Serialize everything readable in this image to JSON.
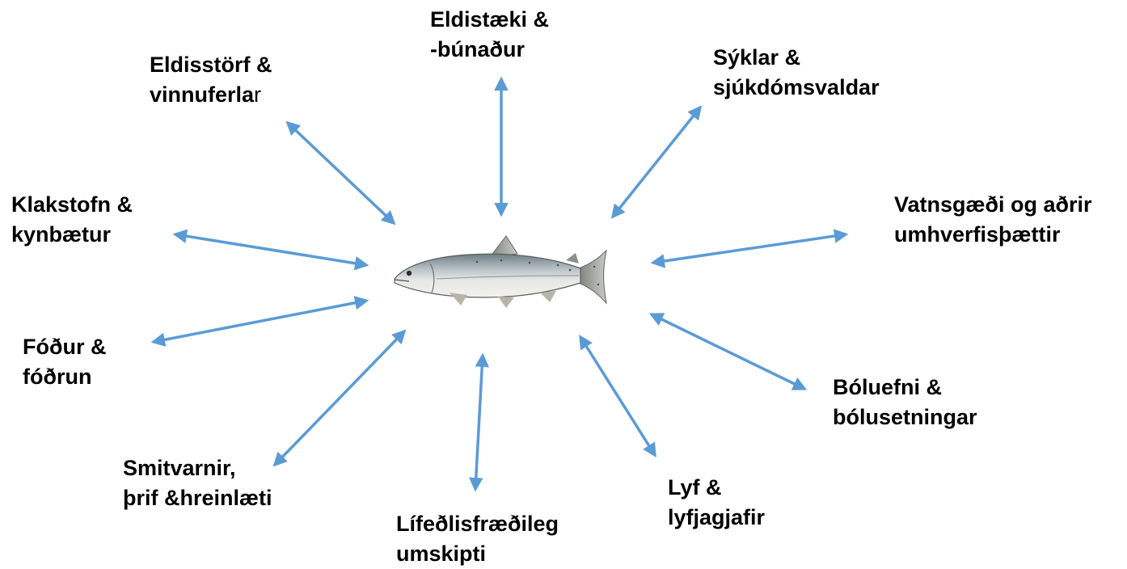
{
  "diagram": {
    "arrow_color": "#5b9bd5",
    "center_image": "salmon-fish-image",
    "labels": {
      "eldistaeki": {
        "line1": "Eldistæki &",
        "line2": "-búnaður"
      },
      "eldisstorf": {
        "line1": "Eldisstörf &",
        "line2_bold": "vinnuferla",
        "line2_plain": "r"
      },
      "syklar": {
        "line1": "Sýklar &",
        "line2": "sjúkdómsvaldar"
      },
      "klakstofn": {
        "line1": "Klakstofn &",
        "line2": "kynbætur"
      },
      "vatnsgaedi": {
        "line1": "Vatnsgæði og aðrir",
        "line2": "umhverfisþættir"
      },
      "fodur": {
        "line1": "Fóður &",
        "line2": "fóðrun"
      },
      "boluefni": {
        "line1": "Bóluefni &",
        "line2": "bólusetningar"
      },
      "smitvarnir": {
        "line1": "Smitvarnir,",
        "line2": "þrif &hreinlæti"
      },
      "lyf": {
        "line1": "Lyf &",
        "line2": "lyfjagjafir"
      },
      "lifedlis": {
        "line1": "Lífeðlisfræðileg",
        "line2": "umskipti"
      }
    }
  }
}
